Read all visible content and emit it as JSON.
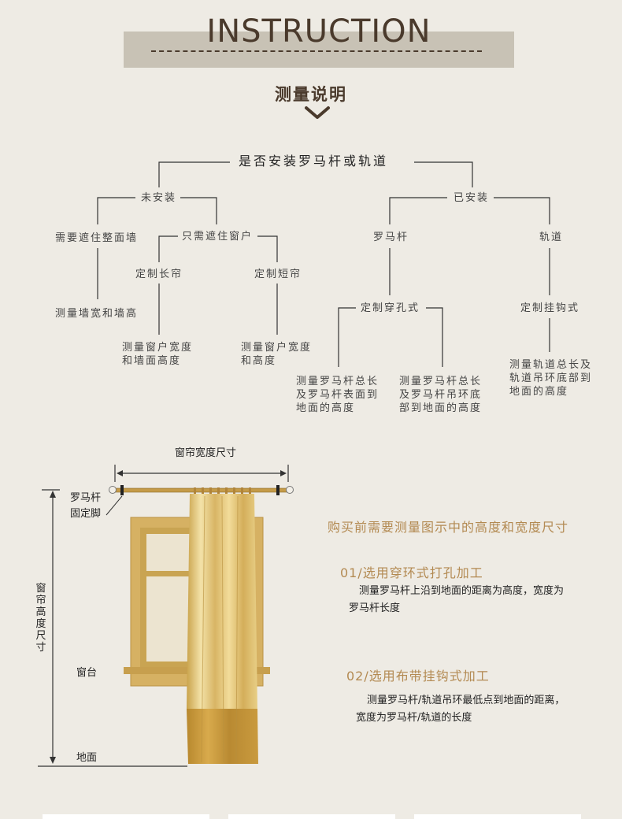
{
  "banner": {
    "title": "INSTRUCTION"
  },
  "subtitle": "测量说明",
  "tree": {
    "root": "是否安装罗马杆或轨道",
    "not_installed": "未安装",
    "cover_wall": "需要遮住整面墙",
    "cover_window": "只需遮住窗户",
    "custom_long": "定制长帘",
    "custom_short": "定制短帘",
    "measure_wall": "测量墙宽和墙高",
    "measure_long_1": "测量窗户宽度",
    "measure_long_2": "和墙面高度",
    "measure_short_1": "测量窗户宽度",
    "measure_short_2": "和高度",
    "installed": "已安装",
    "roman_rod": "罗马杆",
    "track": "轨道",
    "custom_grommet": "定制穿孔式",
    "custom_hook": "定制挂钩式",
    "grommet_a_1": "测量罗马杆总长",
    "grommet_a_2": "及罗马杆表面到",
    "grommet_a_3": "地面的高度",
    "grommet_b_1": "测量罗马杆总长",
    "grommet_b_2": "及罗马杆吊环底",
    "grommet_b_3": "部到地面的高度",
    "hook_1": "测量轨道总长及",
    "hook_2": "轨道吊环底部到",
    "hook_3": "地面的高度"
  },
  "diagram": {
    "width_label": "窗帘宽度尺寸",
    "rod_label_1": "罗马杆",
    "rod_label_2": "固定脚",
    "height_label": [
      "窗",
      "帘",
      "高",
      "度",
      "尺",
      "寸"
    ],
    "sill_label": "窗台",
    "floor_label": "地面"
  },
  "info": {
    "headline": "购买前需要测量图示中的高度和宽度尺寸",
    "s1_title": "01/选用穿环式打孔加工",
    "s1_line1": "测量罗马杆上沿到地面的距离为高度，宽度为",
    "s1_line2": "罗马杆长度",
    "s2_title": "02/选用布带挂钩式加工",
    "s2_line1": "测量罗马杆/轨道吊环最低点到地面的距离，",
    "s2_line2": "宽度为罗马杆/轨道的长度"
  },
  "colors": {
    "background": "#eeebe4",
    "banner": "#c8c2b5",
    "heading_text": "#4a3a2c",
    "accent": "#b38a52",
    "window_frame": "#d2ae5e",
    "curtain_light": "#efd890",
    "curtain_dark": "#c89a3a"
  },
  "icons": {
    "chevron": "chevron-down-icon"
  }
}
